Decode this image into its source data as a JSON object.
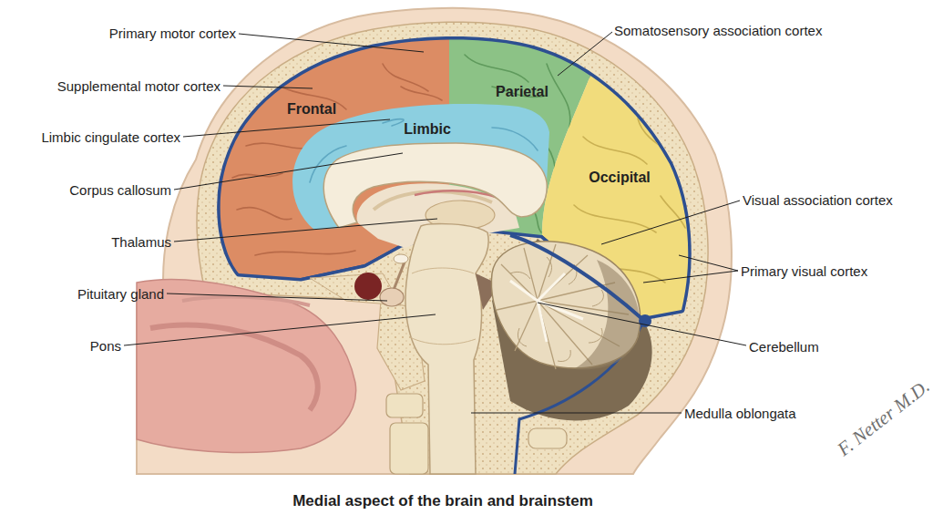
{
  "diagram": {
    "caption": "Medial aspect of the brain and brainstem",
    "nodes": [
      {
        "text": [
          "Frontal"
        ]
      },
      {
        "text": [
          "Parietal"
        ]
      },
      {
        "text": [
          "Limbic"
        ]
      },
      {
        "text": [
          "Occipital"
        ]
      }
    ],
    "labels": [
      "Primary motor cortex",
      "Somatosensory association cortex",
      "Supplemental motor cortex",
      "Limbic cingulate cortex",
      "Corpus callosum",
      "Visual association cortex",
      "Thalamus",
      "Primary visual cortex",
      "Pituitary gland",
      "Pons",
      "Cerebellum",
      "Medulla oblongata",
      "F. Netter M.D."
    ]
  }
}
